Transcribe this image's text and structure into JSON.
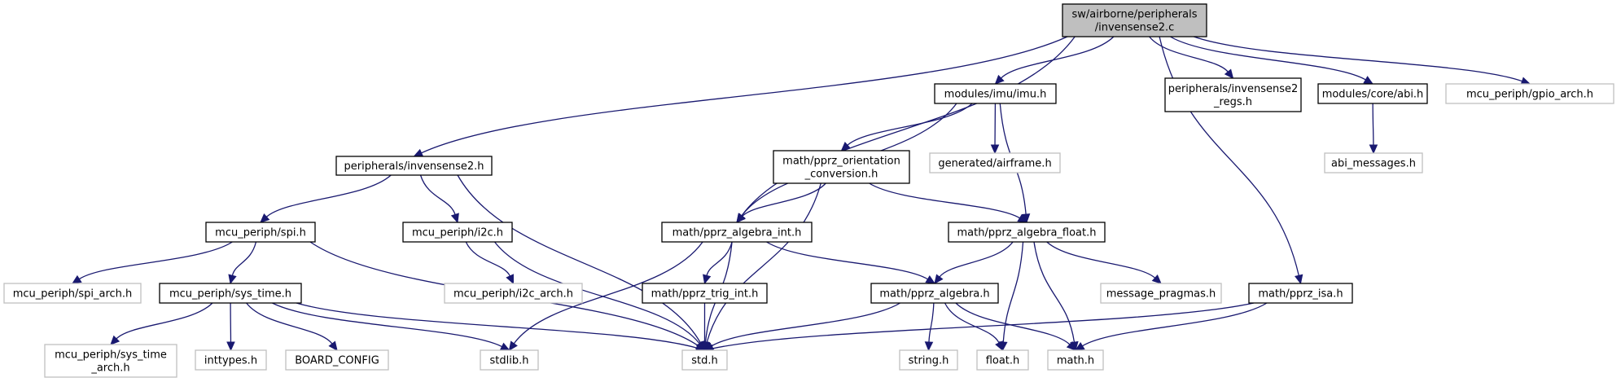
{
  "title": "Include dependency graph for invensense2.c",
  "colors": {
    "edge": "#191970",
    "root_fill": "#bfbfbf",
    "node_border": "#000000",
    "external_border": "#bfbfbf"
  },
  "nodes": {
    "root": {
      "lines": [
        "sw/airborne/peripherals",
        "/invensense2.c"
      ],
      "kind": "root"
    },
    "inv2h": {
      "lines": [
        "peripherals/invensense2.h"
      ],
      "kind": "doc"
    },
    "imu": {
      "lines": [
        "modules/imu/imu.h"
      ],
      "kind": "doc"
    },
    "regs": {
      "lines": [
        "peripherals/invensense2",
        "_regs.h"
      ],
      "kind": "doc"
    },
    "abi": {
      "lines": [
        "modules/core/abi.h"
      ],
      "kind": "doc"
    },
    "gpio": {
      "lines": [
        "mcu_periph/gpio_arch.h"
      ],
      "kind": "ext"
    },
    "abimsg": {
      "lines": [
        "abi_messages.h"
      ],
      "kind": "ext"
    },
    "orient": {
      "lines": [
        "math/pprz_orientation",
        "_conversion.h"
      ],
      "kind": "doc"
    },
    "airframe": {
      "lines": [
        "generated/airframe.h"
      ],
      "kind": "ext"
    },
    "spi": {
      "lines": [
        "mcu_periph/spi.h"
      ],
      "kind": "doc"
    },
    "i2c": {
      "lines": [
        "mcu_periph/i2c.h"
      ],
      "kind": "doc"
    },
    "algint": {
      "lines": [
        "math/pprz_algebra_int.h"
      ],
      "kind": "doc"
    },
    "algfloat": {
      "lines": [
        "math/pprz_algebra_float.h"
      ],
      "kind": "doc"
    },
    "spiarch": {
      "lines": [
        "mcu_periph/spi_arch.h"
      ],
      "kind": "ext"
    },
    "systime": {
      "lines": [
        "mcu_periph/sys_time.h"
      ],
      "kind": "doc"
    },
    "i2carch": {
      "lines": [
        "mcu_periph/i2c_arch.h"
      ],
      "kind": "ext"
    },
    "trig": {
      "lines": [
        "math/pprz_trig_int.h"
      ],
      "kind": "doc"
    },
    "alg": {
      "lines": [
        "math/pprz_algebra.h"
      ],
      "kind": "doc"
    },
    "pragmas": {
      "lines": [
        "message_pragmas.h"
      ],
      "kind": "ext"
    },
    "isa": {
      "lines": [
        "math/pprz_isa.h"
      ],
      "kind": "doc"
    },
    "systimearch": {
      "lines": [
        "mcu_periph/sys_time",
        "_arch.h"
      ],
      "kind": "ext"
    },
    "inttypes": {
      "lines": [
        "inttypes.h"
      ],
      "kind": "ext"
    },
    "board": {
      "lines": [
        "BOARD_CONFIG"
      ],
      "kind": "ext"
    },
    "stdlib": {
      "lines": [
        "stdlib.h"
      ],
      "kind": "ext"
    },
    "std": {
      "lines": [
        "std.h"
      ],
      "kind": "ext"
    },
    "string": {
      "lines": [
        "string.h"
      ],
      "kind": "ext"
    },
    "float": {
      "lines": [
        "float.h"
      ],
      "kind": "ext"
    },
    "math": {
      "lines": [
        "math.h"
      ],
      "kind": "ext"
    }
  },
  "edges": [
    [
      "root",
      "inv2h"
    ],
    [
      "root",
      "imu"
    ],
    [
      "root",
      "algint"
    ],
    [
      "root",
      "regs"
    ],
    [
      "root",
      "abi"
    ],
    [
      "root",
      "gpio"
    ],
    [
      "root",
      "isa"
    ],
    [
      "abi",
      "abimsg"
    ],
    [
      "imu",
      "orient"
    ],
    [
      "imu",
      "airframe"
    ],
    [
      "imu",
      "algint"
    ],
    [
      "imu",
      "algfloat"
    ],
    [
      "inv2h",
      "spi"
    ],
    [
      "inv2h",
      "i2c"
    ],
    [
      "inv2h",
      "std"
    ],
    [
      "orient",
      "algint"
    ],
    [
      "orient",
      "algfloat"
    ],
    [
      "orient",
      "std"
    ],
    [
      "spi",
      "spiarch"
    ],
    [
      "spi",
      "systime"
    ],
    [
      "spi",
      "std"
    ],
    [
      "i2c",
      "i2carch"
    ],
    [
      "i2c",
      "std"
    ],
    [
      "algint",
      "trig"
    ],
    [
      "algint",
      "alg"
    ],
    [
      "algint",
      "stdlib"
    ],
    [
      "algint",
      "std"
    ],
    [
      "algfloat",
      "alg"
    ],
    [
      "algfloat",
      "pragmas"
    ],
    [
      "algfloat",
      "float"
    ],
    [
      "algfloat",
      "math"
    ],
    [
      "systime",
      "systimearch"
    ],
    [
      "systime",
      "inttypes"
    ],
    [
      "systime",
      "board"
    ],
    [
      "systime",
      "stdlib"
    ],
    [
      "systime",
      "std"
    ],
    [
      "trig",
      "std"
    ],
    [
      "alg",
      "std"
    ],
    [
      "alg",
      "string"
    ],
    [
      "alg",
      "float"
    ],
    [
      "alg",
      "math"
    ],
    [
      "isa",
      "std"
    ],
    [
      "isa",
      "math"
    ]
  ]
}
